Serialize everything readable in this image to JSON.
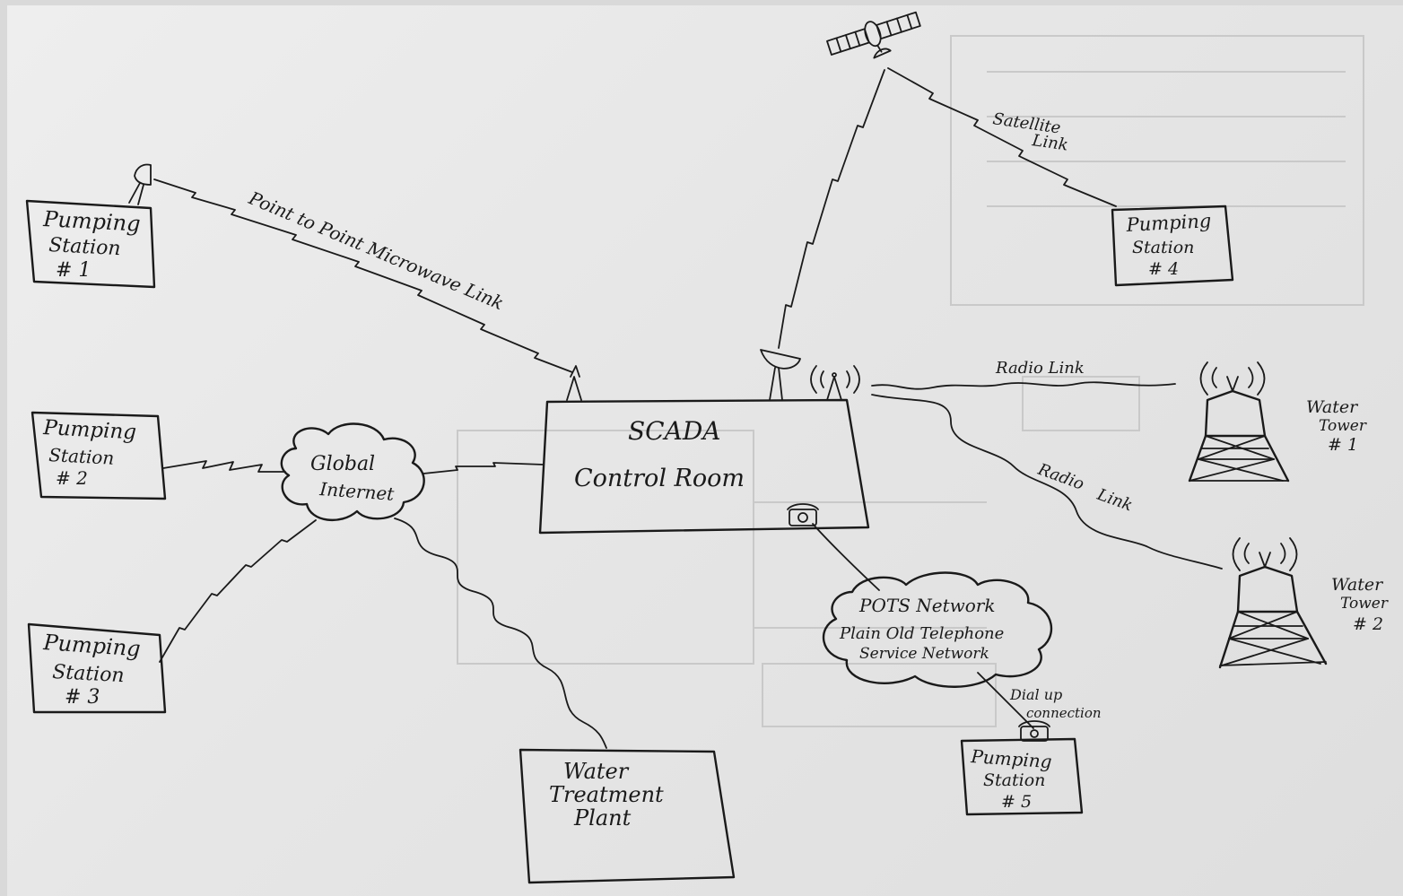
{
  "nodes": {
    "scada": {
      "line1": "SCADA",
      "line2": "Control Room"
    },
    "ps1": {
      "line1": "Pumping",
      "line2": "Station",
      "line3": "# 1"
    },
    "ps2": {
      "line1": "Pumping",
      "line2": "Station",
      "line3": "# 2"
    },
    "ps3": {
      "line1": "Pumping",
      "line2": "Station",
      "line3": "# 3"
    },
    "ps4": {
      "line1": "Pumping",
      "line2": "Station",
      "line3": "# 4"
    },
    "ps5": {
      "line1": "Pumping",
      "line2": "Station",
      "line3": "# 5"
    },
    "wtp": {
      "line1": "Water",
      "line2": "Treatment",
      "line3": "Plant"
    },
    "tower1": {
      "line1": "Water",
      "line2": "Tower",
      "line3": "# 1"
    },
    "tower2": {
      "line1": "Water",
      "line2": "Tower",
      "line3": "# 2"
    },
    "internet": {
      "line1": "Global",
      "line2": "Internet"
    },
    "pots": {
      "line1": "POTS  Network",
      "line2": "Plain Old Telephone",
      "line3": "Service  Network"
    }
  },
  "links": {
    "microwave": "Point to Point Microwave Link",
    "satellite": {
      "line1": "Satellite",
      "line2": "Link"
    },
    "radio1": "Radio Link",
    "radio2": {
      "line1": "Radio",
      "line2": "Link"
    },
    "dialup": {
      "line1": "Dial up",
      "line2": "connection"
    }
  }
}
